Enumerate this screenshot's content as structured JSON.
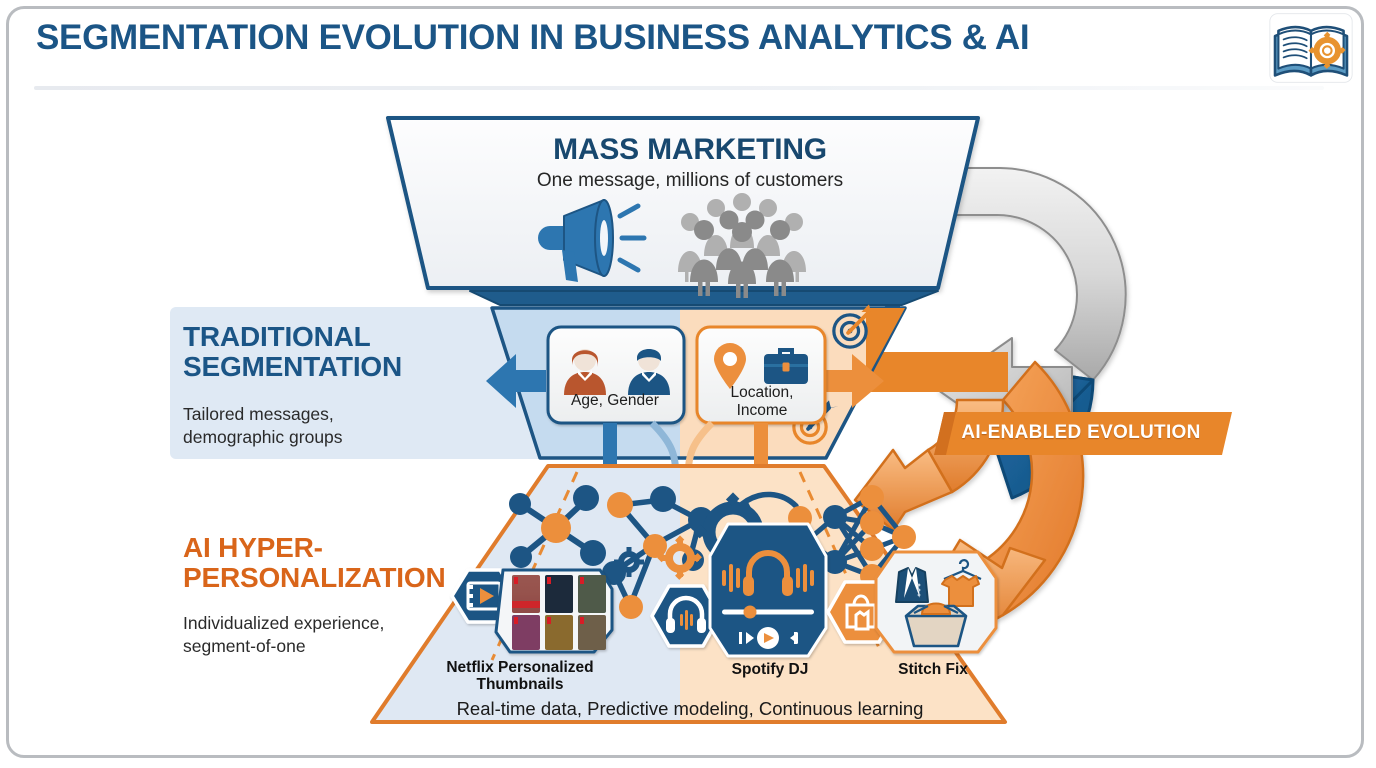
{
  "header": {
    "title": "SEGMENTATION EVOLUTION IN BUSINESS ANALYTICS & AI",
    "icon": "open-book-gear-icon"
  },
  "colors": {
    "brand_blue": "#1b5586",
    "deep_blue": "#1d5584",
    "mid_blue": "#2d76b0",
    "orange": "#e8862a",
    "dark_orange": "#d9651a",
    "light_blue_fill": "#c5dbef",
    "light_orange_fill": "#fbdcbd",
    "pale_blue_band": "#dee8f3",
    "gray_arrow": "#bdbdbd",
    "frame_border": "#b9bcc0"
  },
  "stages": [
    {
      "id": "mass-marketing",
      "title": "MASS MARKETING",
      "subtitle": "One message, millions of customers",
      "icons": [
        "megaphone-icon",
        "crowd-of-people-icon"
      ]
    },
    {
      "id": "traditional-segmentation",
      "title_line1": "TRADITIONAL",
      "title_line2": "SEGMENTATION",
      "subtitle_line1": "Tailored messages,",
      "subtitle_line2": "demographic groups",
      "chips": [
        {
          "id": "age-gender",
          "label": "Age, Gender",
          "icons": [
            "female-avatar-icon",
            "male-avatar-icon"
          ],
          "side": "blue"
        },
        {
          "id": "location-income",
          "label_line1": "Location,",
          "label_line2": "Income",
          "icons": [
            "map-pin-icon",
            "briefcase-icon"
          ],
          "side": "orange"
        }
      ],
      "decor_icons": [
        "target-arrow-icon",
        "target-arrow-icon"
      ]
    },
    {
      "id": "ai-hyper-personalization",
      "title_line1": "AI HYPER-",
      "title_line2": "PERSONALIZATION",
      "subtitle_line1": "Individualized experience,",
      "subtitle_line2": "segment-of-one",
      "examples": [
        {
          "id": "netflix",
          "label_line1": "Netflix Personalized",
          "label_line2": "Thumbnails",
          "icons": [
            "film-play-icon",
            "thumbnail-grid-icon"
          ]
        },
        {
          "id": "spotify",
          "label": "Spotify DJ",
          "icons": [
            "headphones-waveform-icon",
            "audio-player-icon"
          ]
        },
        {
          "id": "stitchfix",
          "label": "Stitch Fix",
          "icons": [
            "shopping-bag-shirt-icon",
            "blazer-tshirt-box-icon"
          ]
        }
      ],
      "footer_note": "Real-time data, Predictive modeling, Continuous learning",
      "decor_icons": [
        "network-nodes-icon",
        "gears-icon",
        "neural-network-icon"
      ]
    }
  ],
  "evolution": {
    "badge_label": "AI-ENABLED EVOLUTION",
    "arrows": [
      "gray-curved-arrow",
      "blue-curved-arrow",
      "orange-curved-arrow-up",
      "orange-curved-arrow-down"
    ]
  }
}
